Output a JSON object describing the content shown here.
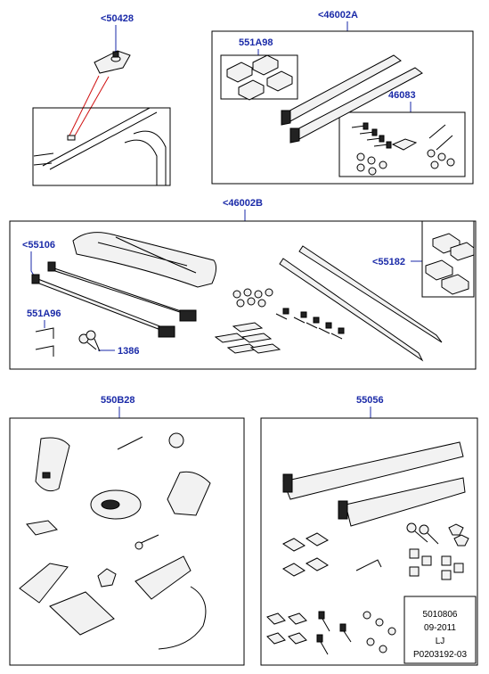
{
  "accent_color": "#1a2aa8",
  "callouts": {
    "c50428": "<50428",
    "c46002a": "<46002A",
    "c551a98": "551A98",
    "c46083": "46083",
    "c46002b": "<46002B",
    "c55106": "<55106",
    "c55182": "<55182",
    "c551a96": "551A96",
    "c1386": "1386",
    "c550b28": "550B28",
    "c55056": "55056"
  },
  "meta": {
    "code": "5010806",
    "date": "09-2011",
    "initials": "LJ",
    "ref": "P0203192-03"
  }
}
